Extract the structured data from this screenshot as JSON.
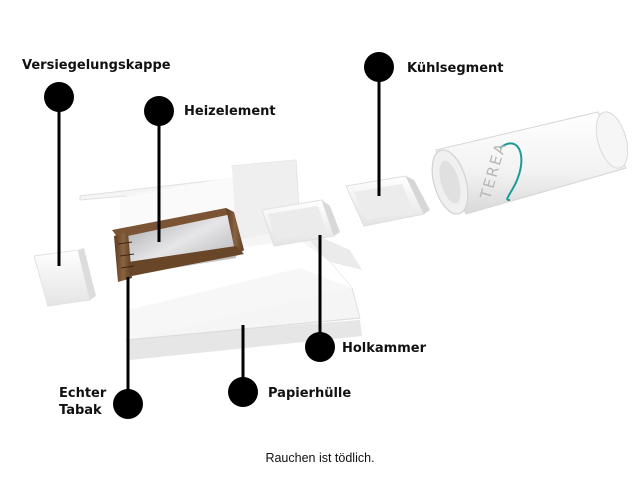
{
  "labels": {
    "versiegelungskappe": "Versiegelungskappe",
    "heizelement": "Heizelement",
    "kuehlsegment": "Kühlsegment",
    "holkammer": "Holkammer",
    "papierhuelle": "Papierhülle",
    "tabak_line1": "Echter",
    "tabak_line2": "Tabak"
  },
  "product_logo": "TEREA",
  "footer": {
    "warning": "Rauchen ist tödlich."
  },
  "colors": {
    "marker": "#000000",
    "logo_accent": "#1a9b96",
    "tobacco": "#6e4a2c",
    "metal": "#b9b9bc",
    "paper_shadow": "#e3e3e3"
  }
}
